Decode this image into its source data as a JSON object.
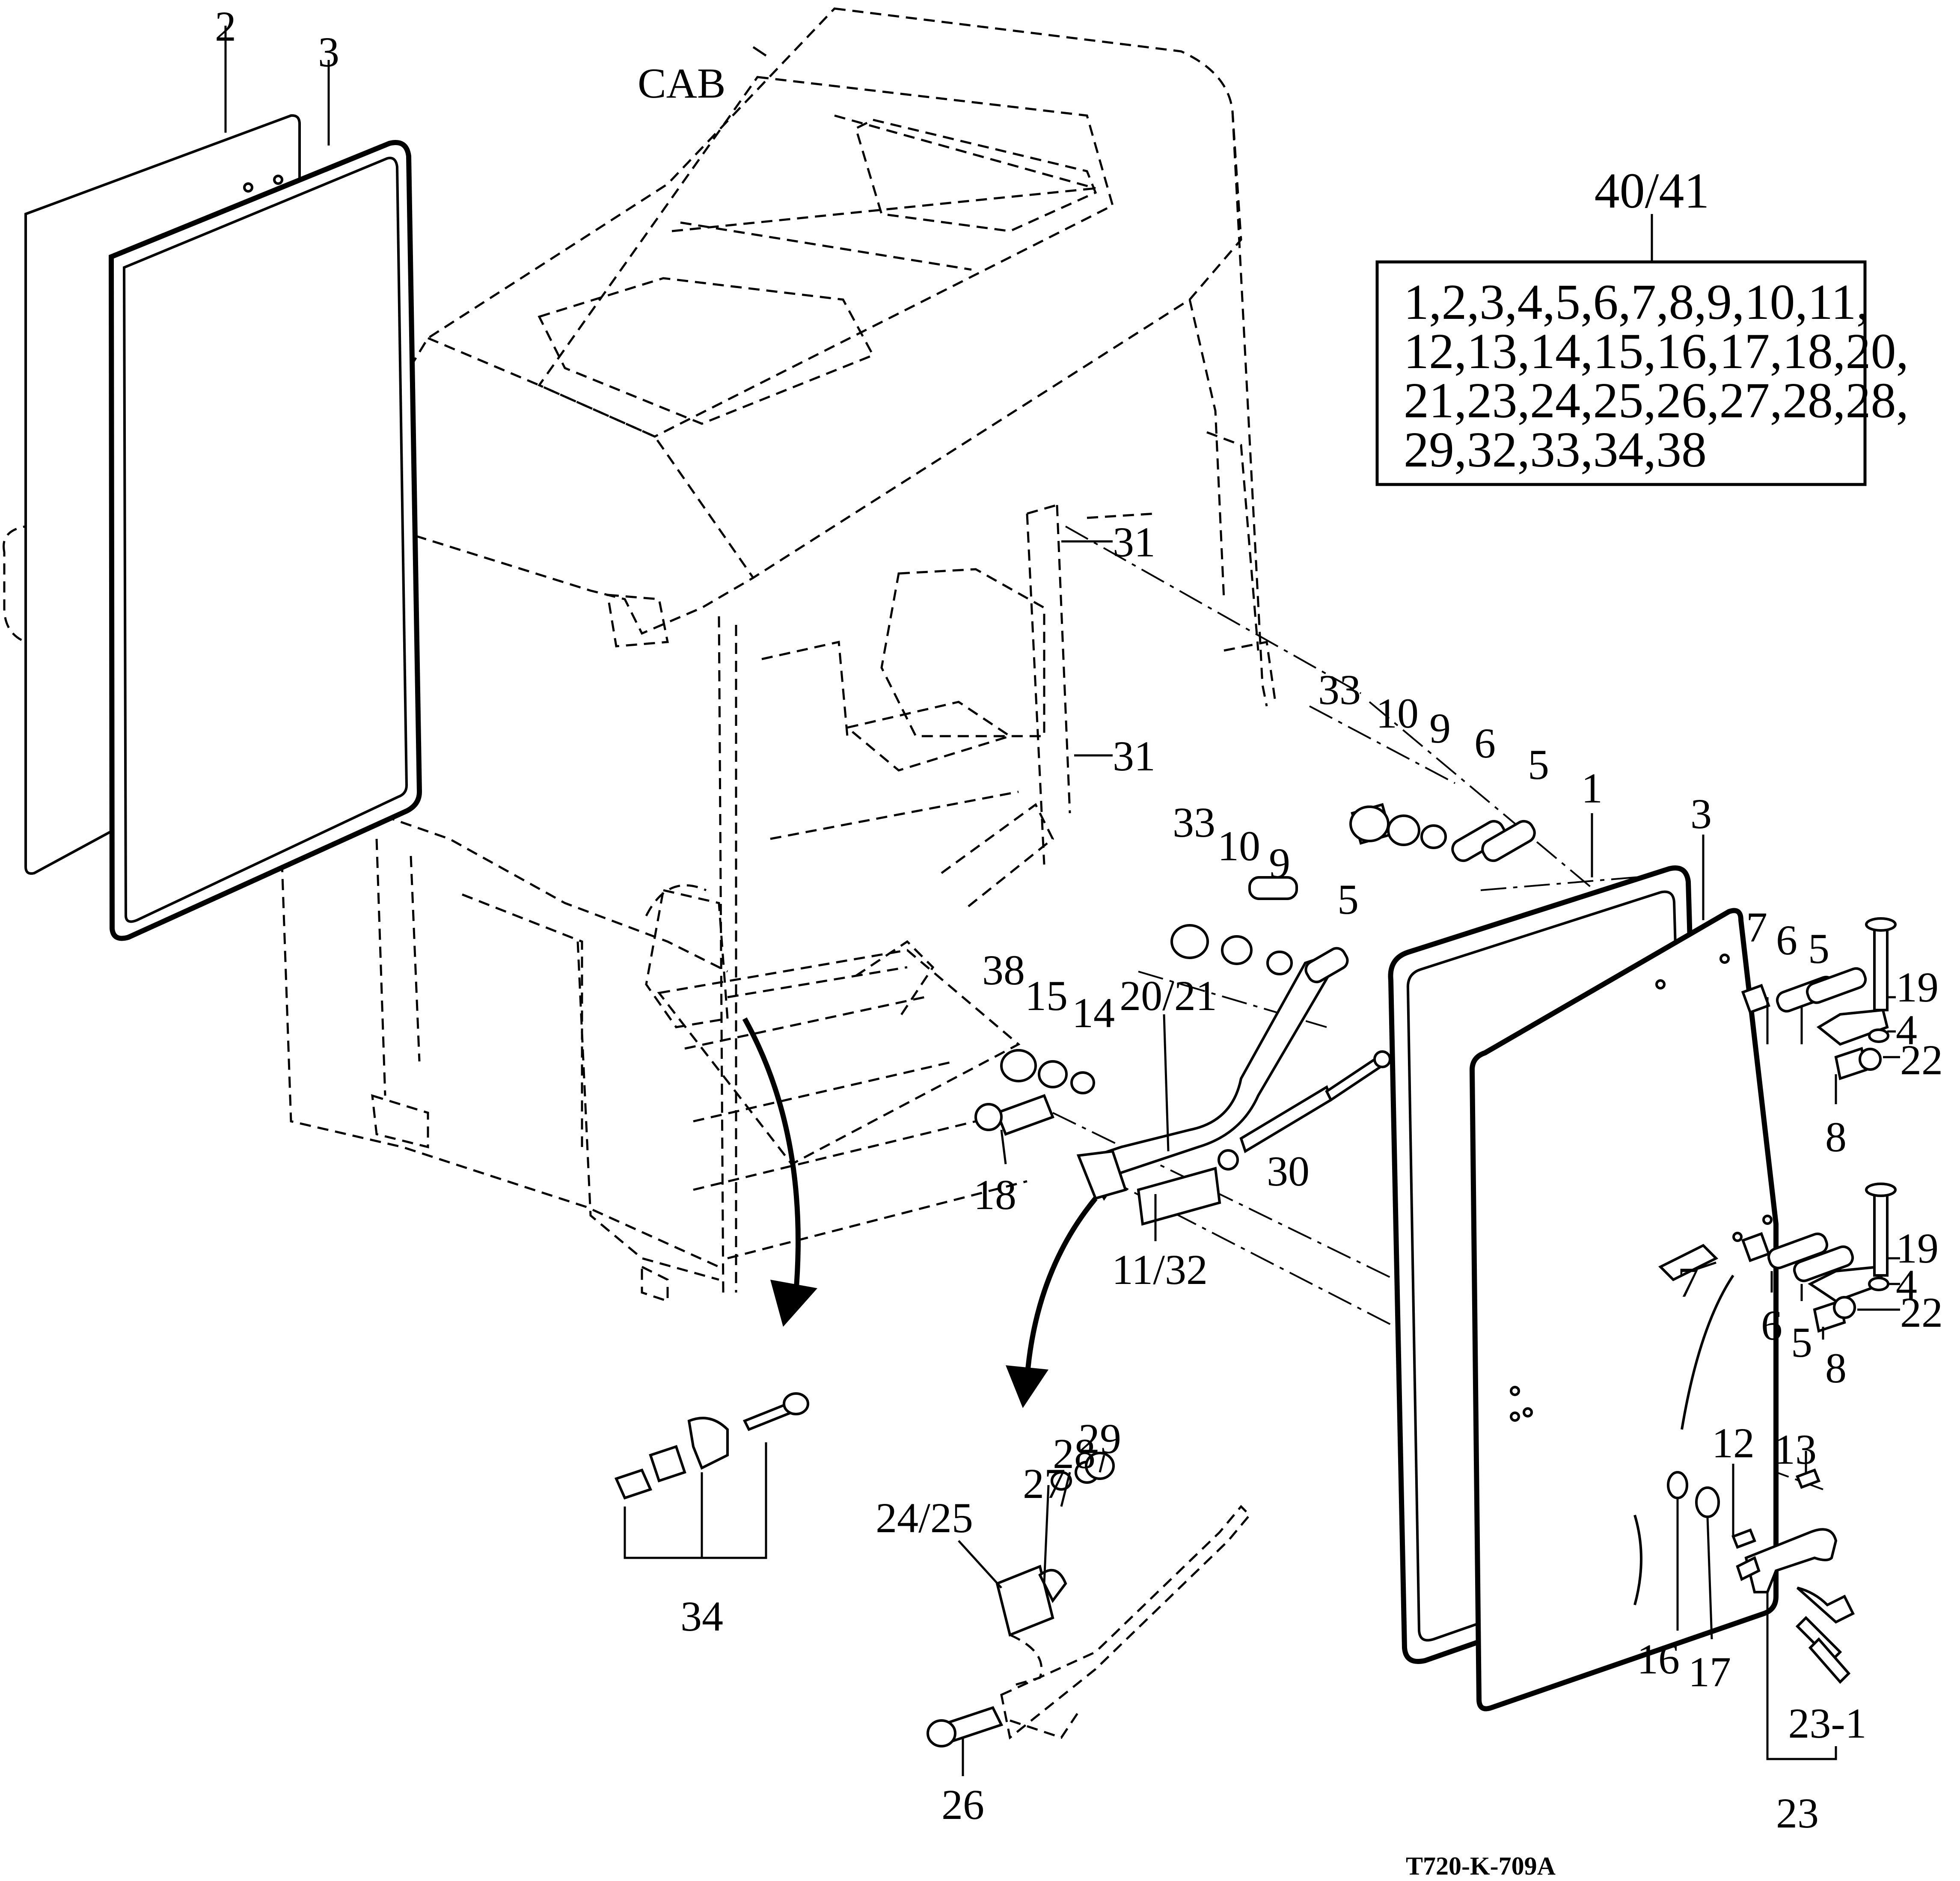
{
  "title": "CAB",
  "drawing_code": "T720-K-709A",
  "kit": {
    "number": "40/41",
    "contents": [
      "1,2,3,4,5,6,7,8,9,10,11,",
      "12,13,14,15,16,17,18,20,",
      "21,23,24,25,26,27,28,28,",
      "29,32,33,34,38"
    ]
  },
  "callouts": {
    "c2": "2",
    "c3a": "3",
    "c31a": "31",
    "c31b": "31",
    "c33a": "33",
    "c10a": "10",
    "c9a": "9",
    "c6a": "6",
    "c5a": "5",
    "c1": "1",
    "c3b": "3",
    "c33b": "33",
    "c10b": "10",
    "c9b": "9",
    "c5b": "5",
    "c38": "38",
    "c15": "15",
    "c14": "14",
    "c2021": "20/21",
    "c18": "18",
    "c30": "30",
    "c1132": "11/32",
    "c7a": "7",
    "c6b": "6",
    "c5c": "5",
    "c19a": "19",
    "c4a": "4",
    "c22a": "22",
    "c8a": "8",
    "c7b": "7",
    "c6c": "6",
    "c5d": "5",
    "c19b": "19",
    "c4b": "4",
    "c22b": "22",
    "c8b": "8",
    "c34": "34",
    "c2425": "24/25",
    "c27": "27",
    "c28": "28",
    "c29": "29",
    "c26": "26",
    "c12": "12",
    "c13": "13",
    "c16": "16",
    "c17": "17",
    "c231": "23-1",
    "c23": "23"
  }
}
